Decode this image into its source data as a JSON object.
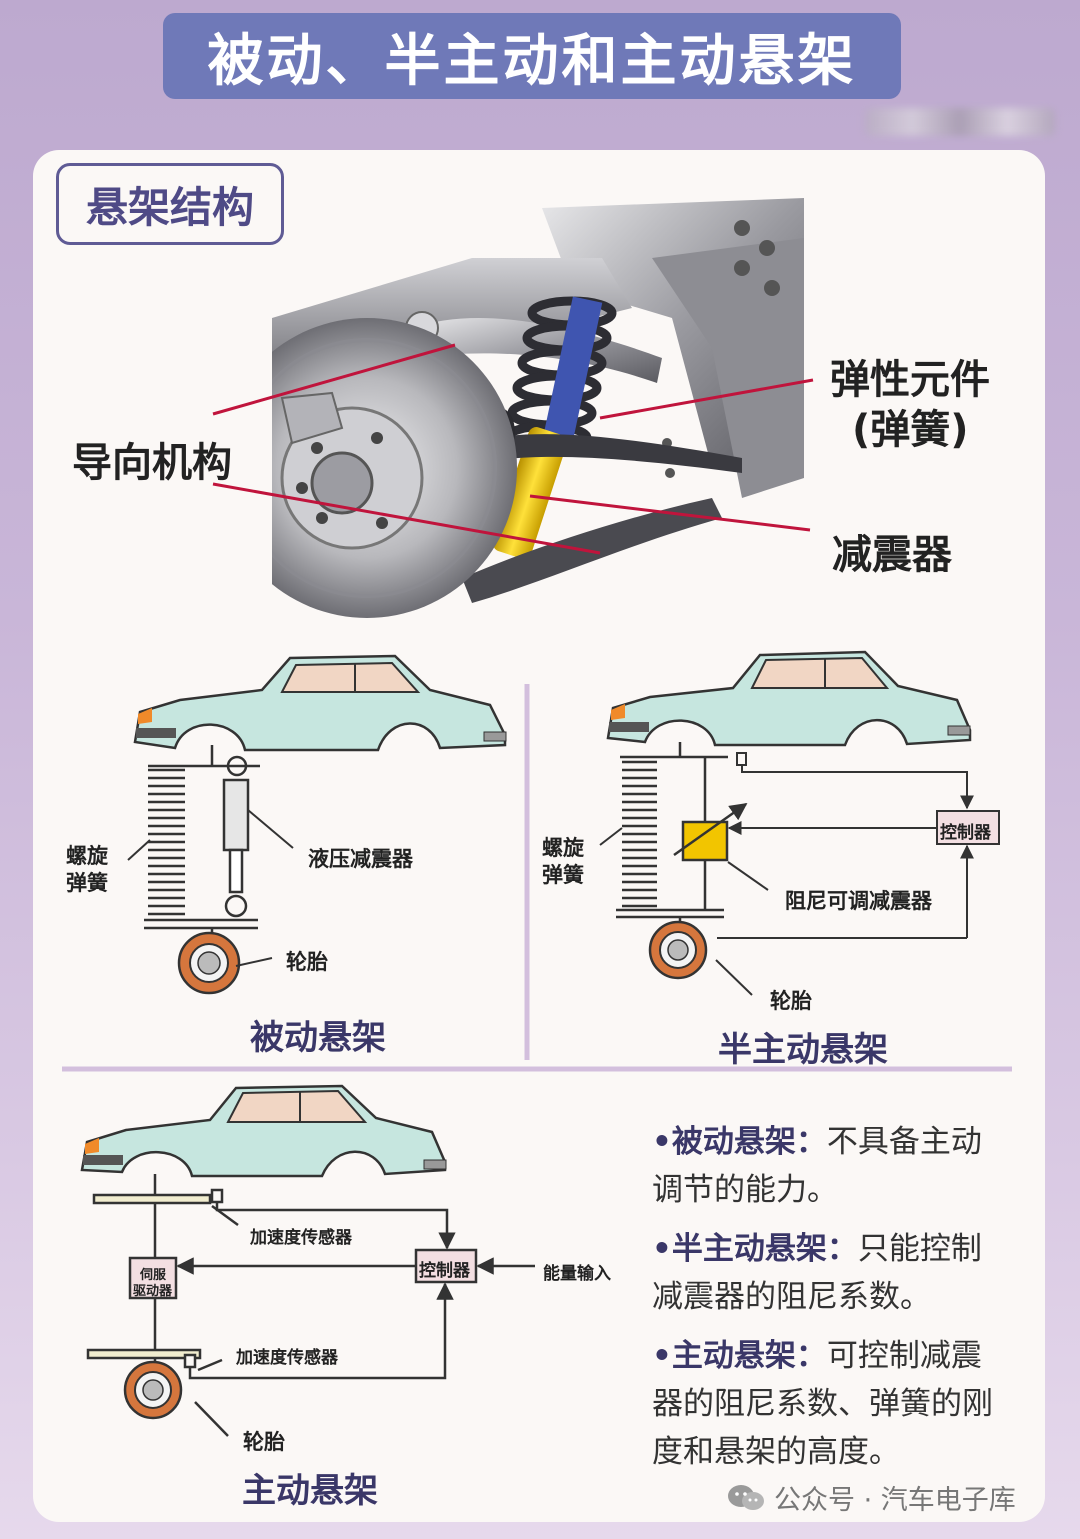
{
  "title": "被动、半主动和主动悬架",
  "section": "悬架结构",
  "photo_labels": {
    "guide": "导向机构",
    "spring_line1": "弹性元件",
    "spring_line2": "(弹簧)",
    "damper": "减震器"
  },
  "passive": {
    "coil_line1": "螺旋",
    "coil_line2": "弹簧",
    "damper": "液压减震器",
    "tire": "轮胎",
    "caption": "被动悬架"
  },
  "semi": {
    "coil_line1": "螺旋",
    "coil_line2": "弹簧",
    "controller": "控制器",
    "damper": "阻尼可调减震器",
    "tire": "轮胎",
    "caption": "半主动悬架"
  },
  "active": {
    "accel_top": "加速度传感器",
    "servo_line1": "伺服",
    "servo_line2": "驱动器",
    "controller": "控制器",
    "energy": "能量输入",
    "accel_bottom": "加速度传感器",
    "tire": "轮胎",
    "caption": "主动悬架"
  },
  "descriptions": [
    {
      "term": "•被动悬架：",
      "text": "不具备主动调节的能力。"
    },
    {
      "term": "•半主动悬架：",
      "text": "只能控制减震器的阻尼系数。"
    },
    {
      "term": "•主动悬架：",
      "text": "可控制减震器的阻尼系数、弹簧的刚度和悬架的高度。"
    }
  ],
  "footer": "公众号 · 汽车电子库",
  "colors": {
    "title_bg": "#6f79b8",
    "car_body": "#c6e6df",
    "damper_yellow": "#f2c500",
    "leader_red": "#c0143c"
  }
}
